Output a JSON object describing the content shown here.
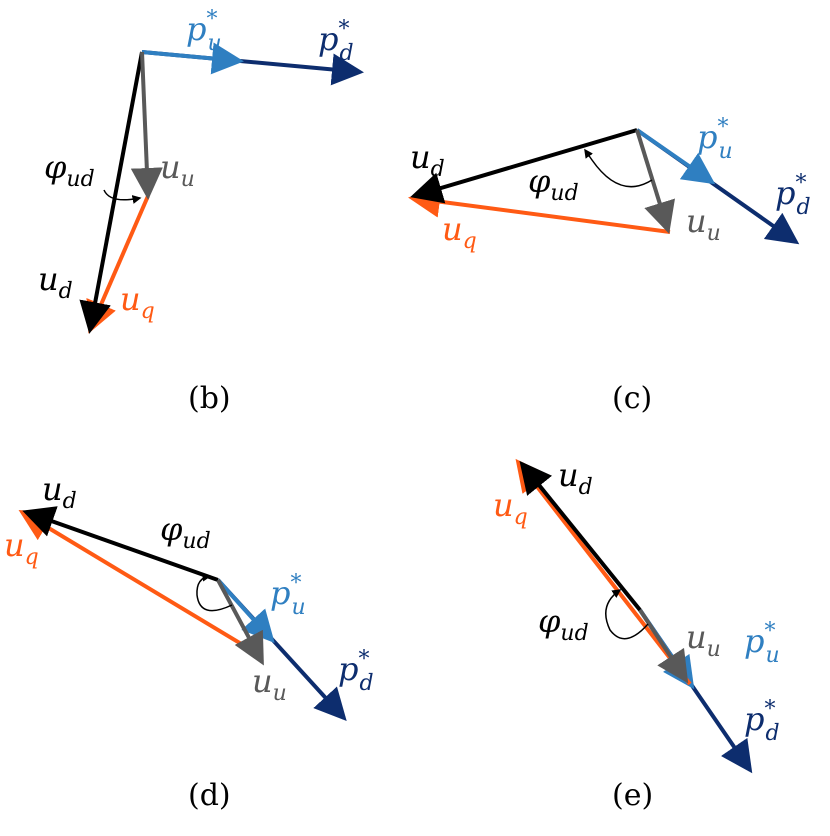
{
  "colors": {
    "ud": "#000000",
    "uu": "#595959",
    "uq": "#ff5a14",
    "pu": "#2f7fc1",
    "pd": "#0d2d6e"
  },
  "symbols": {
    "ud_base": "u",
    "ud_sub": "d",
    "uu_base": "u",
    "uu_sub": "u",
    "uq_base": "u",
    "uq_sub": "q",
    "pu_base": "p",
    "pu_sub": "u",
    "pu_sup": "*",
    "pd_base": "p",
    "pd_sub": "d",
    "pd_sup": "*",
    "phi_base": "φ",
    "phi_sub": "ud"
  },
  "panels": [
    {
      "id": "b",
      "caption": "(b)"
    },
    {
      "id": "c",
      "caption": "(c)"
    },
    {
      "id": "d",
      "caption": "(d)"
    },
    {
      "id": "e",
      "caption": "(e)"
    }
  ]
}
